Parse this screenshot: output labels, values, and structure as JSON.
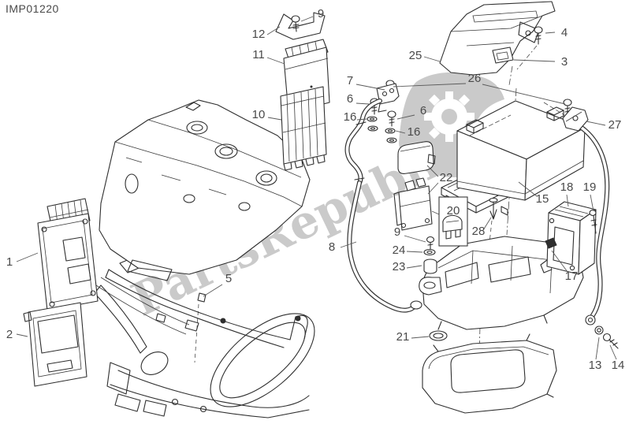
{
  "page": {
    "code": "IMP01220"
  },
  "watermark": {
    "text": "PartsRepublik",
    "icon": "gear-icon",
    "color": "#cacaca"
  },
  "colors": {
    "line": "#2f2f2f",
    "label": "#4a4a4a",
    "background": "#ffffff"
  },
  "callouts": {
    "items": [
      {
        "label": "1"
      },
      {
        "label": "2"
      },
      {
        "label": "3"
      },
      {
        "label": "4"
      },
      {
        "label": "5"
      },
      {
        "label": "6"
      },
      {
        "label": "6"
      },
      {
        "label": "7"
      },
      {
        "label": "8"
      },
      {
        "label": "9"
      },
      {
        "label": "9"
      },
      {
        "label": "10"
      },
      {
        "label": "11"
      },
      {
        "label": "12"
      },
      {
        "label": "13"
      },
      {
        "label": "14"
      },
      {
        "label": "15"
      },
      {
        "label": "16"
      },
      {
        "label": "16"
      },
      {
        "label": "17"
      },
      {
        "label": "18"
      },
      {
        "label": "19"
      },
      {
        "label": "20"
      },
      {
        "label": "21"
      },
      {
        "label": "22"
      },
      {
        "label": "23"
      },
      {
        "label": "24"
      },
      {
        "label": "25"
      },
      {
        "label": "26"
      },
      {
        "label": "27"
      },
      {
        "label": "28"
      }
    ]
  }
}
